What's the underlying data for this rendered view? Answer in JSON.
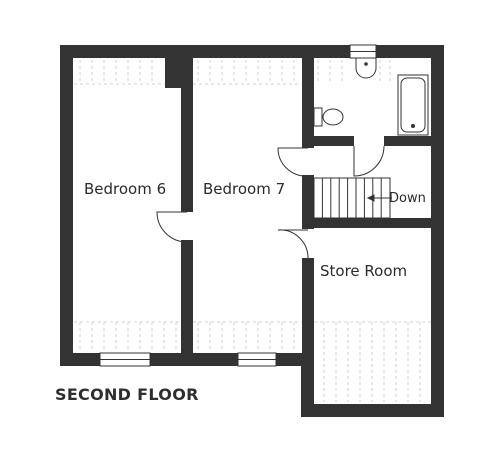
{
  "plan": {
    "rooms": {
      "bedroom6": "Bedroom 6",
      "bedroom7": "Bedroom 7",
      "store_room": "Store Room"
    },
    "stair_label": "Down",
    "floor_title": "SECOND FLOOR"
  },
  "colors": {
    "wall": "#333333",
    "line": "#333333",
    "hatch": "#d4d4d4",
    "background": "#ffffff"
  }
}
